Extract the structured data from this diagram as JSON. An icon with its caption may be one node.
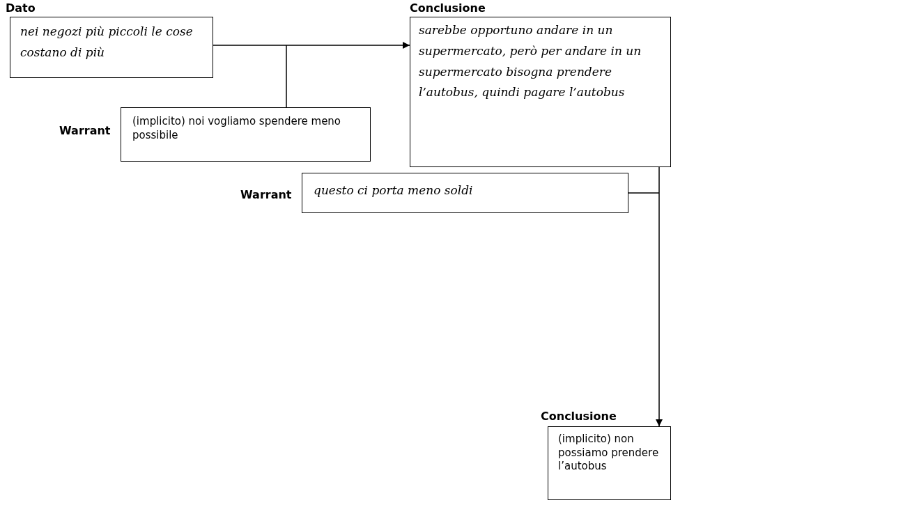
{
  "diagram": {
    "nodes": [
      {
        "text": [
          "Dato",
          "nei negozi più piccoli le cose costano di più"
        ]
      },
      {
        "text": [
          "Conclusione",
          "sarebbe opportuno andare in un supermercato, però per andare in un supermercato bisogna prendere l’autobus, quindi pagare l’autobus"
        ]
      },
      {
        "text": [
          "Warrant",
          "(implicito) noi vogliamo spendere meno possibile"
        ]
      },
      {
        "text": [
          "Warrant",
          "questo ci porta meno soldi"
        ]
      },
      {
        "text": [
          "Conclusione",
          "(implicito) non possiamo prendere l’autobus"
        ]
      }
    ],
    "edges": [
      {
        "from": 0,
        "to": 1,
        "arrow": "to"
      },
      {
        "from": 1,
        "to": 4,
        "arrow": "to"
      },
      {
        "from": 2,
        "to": null,
        "arrow": "none"
      },
      {
        "from": 3,
        "to": null,
        "arrow": "none"
      }
    ]
  }
}
